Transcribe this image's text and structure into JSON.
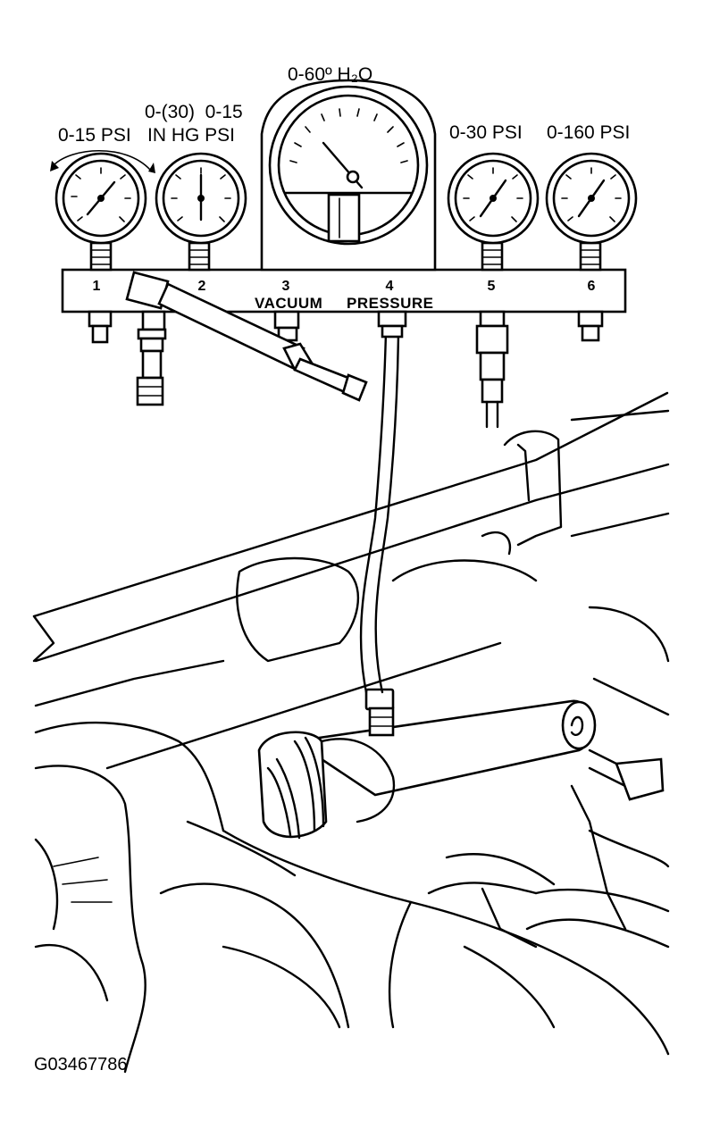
{
  "diagram": {
    "gauge_ranges": {
      "gauge1": "0-15 PSI",
      "gauge2_top": "0-(30)  0-15",
      "gauge2_bottom": "IN HG PSI",
      "gauge3": "0-60º H₂O",
      "gauge5": "0-30 PSI",
      "gauge6": "0-160 PSI"
    },
    "port_numbers": [
      "1",
      "2",
      "3",
      "4",
      "5",
      "6"
    ],
    "manifold_labels": {
      "vacuum": "VACUUM",
      "pressure": "PRESSURE"
    },
    "figure_id": "G03467786"
  }
}
